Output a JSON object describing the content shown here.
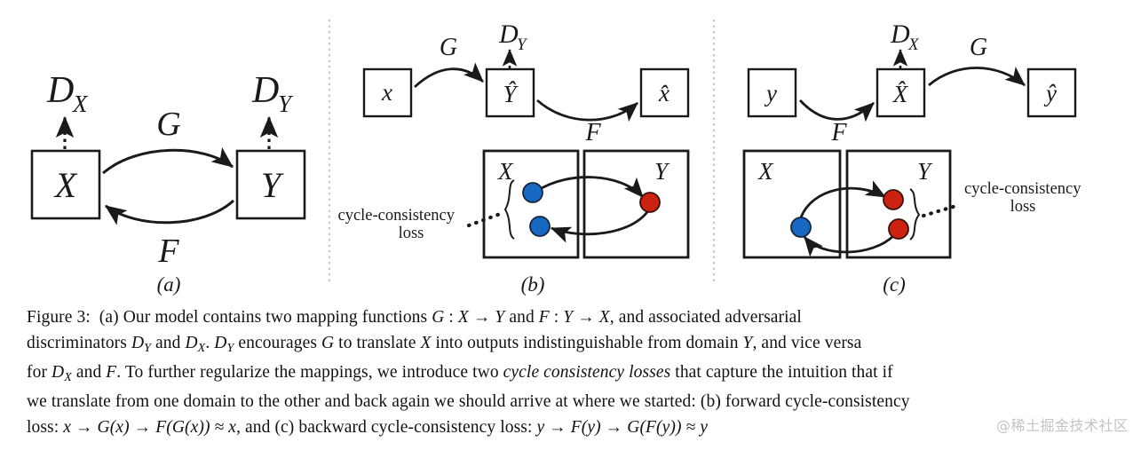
{
  "figure": {
    "id": "Figure 3",
    "panels": [
      {
        "key": "a",
        "label": "(a)",
        "boxes": [
          {
            "name": "domain-x",
            "text": "X"
          },
          {
            "name": "domain-y",
            "text": "Y"
          }
        ],
        "arrow_labels": [
          {
            "name": "mapping-g",
            "text": "G"
          },
          {
            "name": "mapping-f",
            "text": "F"
          }
        ],
        "discriminators": [
          {
            "name": "discriminator-dx",
            "base": "D",
            "sub": "X"
          },
          {
            "name": "discriminator-dy",
            "base": "D",
            "sub": "Y"
          }
        ]
      },
      {
        "key": "b",
        "label": "(b)",
        "boxes": [
          {
            "name": "input-x",
            "text": "x"
          },
          {
            "name": "generated-y-hat",
            "text": "Ŷ"
          },
          {
            "name": "reconstructed-x-hat",
            "text": "x̂"
          }
        ],
        "arrow_labels": [
          {
            "name": "mapping-g",
            "text": "G"
          },
          {
            "name": "mapping-f",
            "text": "F"
          }
        ],
        "discriminator": {
          "name": "discriminator-dy",
          "base": "D",
          "sub": "Y"
        },
        "domain_boxes": [
          {
            "name": "domain-box-x",
            "text": "X"
          },
          {
            "name": "domain-box-y",
            "text": "Y"
          }
        ],
        "loss_annotation": {
          "name": "cycle-consistency-loss-label",
          "line1": "cycle-consistency",
          "line2": "loss"
        },
        "points": [
          {
            "name": "point-x-source",
            "color": "#1668c0",
            "domain": "X"
          },
          {
            "name": "point-x-reconstructed",
            "color": "#1668c0",
            "domain": "X"
          },
          {
            "name": "point-y-generated",
            "color": "#cc2211",
            "domain": "Y"
          }
        ]
      },
      {
        "key": "c",
        "label": "(c)",
        "boxes": [
          {
            "name": "input-y",
            "text": "y"
          },
          {
            "name": "generated-x-hat",
            "text": "X̂"
          },
          {
            "name": "reconstructed-y-hat",
            "text": "ŷ"
          }
        ],
        "arrow_labels": [
          {
            "name": "mapping-f",
            "text": "F"
          },
          {
            "name": "mapping-g",
            "text": "G"
          }
        ],
        "discriminator": {
          "name": "discriminator-dx",
          "base": "D",
          "sub": "X"
        },
        "domain_boxes": [
          {
            "name": "domain-box-x",
            "text": "X"
          },
          {
            "name": "domain-box-y",
            "text": "Y"
          }
        ],
        "loss_annotation": {
          "name": "cycle-consistency-loss-label",
          "line1": "cycle-consistency",
          "line2": "loss"
        },
        "points": [
          {
            "name": "point-x-generated",
            "color": "#1668c0",
            "domain": "X"
          },
          {
            "name": "point-y-source",
            "color": "#cc2211",
            "domain": "Y"
          },
          {
            "name": "point-y-reconstructed",
            "color": "#cc2211",
            "domain": "Y"
          }
        ]
      }
    ]
  },
  "caption": {
    "line1": {
      "seg1": "Figure 3:  (a) Our model contains two mapping functions ",
      "math1": "G",
      "seg2": " : ",
      "math2": "X",
      "seg3": " → ",
      "math3": "Y",
      "seg4": " and ",
      "math4": "F",
      "seg5": " : ",
      "math5": "Y",
      "seg6": " → ",
      "math6": "X",
      "seg7": ", and associated adversarial"
    },
    "line2": {
      "seg1": "discriminators ",
      "d1": "D",
      "d1sub": "Y",
      "seg2": " and ",
      "d2": "D",
      "d2sub": "X",
      "seg3": ". ",
      "d3": "D",
      "d3sub": "Y",
      "seg4": " encourages ",
      "math1": "G",
      "seg5": " to translate ",
      "math2": "X",
      "seg6": " into outputs indistinguishable from domain ",
      "math3": "Y",
      "seg7": ", and vice versa"
    },
    "line3": {
      "seg1": "for ",
      "d1": "D",
      "d1sub": "X",
      "seg2": " and ",
      "math1": "F",
      "seg3": ". To further regularize the mappings, we introduce two ",
      "italic1": "cycle consistency losses",
      "seg4": " that capture the intuition that if"
    },
    "line4": {
      "seg1": "we translate from one domain to the other and back again we should arrive at where we started: (b) forward cycle-consistency"
    },
    "line5": {
      "seg1": "loss: ",
      "math1": "x → G(x) → F(G(x)) ≈ x",
      "seg2": ", and (c) backward cycle-consistency loss: ",
      "math2": "y → F(y) → G(F(y)) ≈ y"
    }
  },
  "watermark": {
    "text": "@稀土掘金技术社区"
  },
  "colors": {
    "blue_point": "#1668c0",
    "red_point": "#cc2211",
    "stroke": "#1a1a1a",
    "divider": "#c8c8c8",
    "watermark": "#c3c3c3"
  }
}
